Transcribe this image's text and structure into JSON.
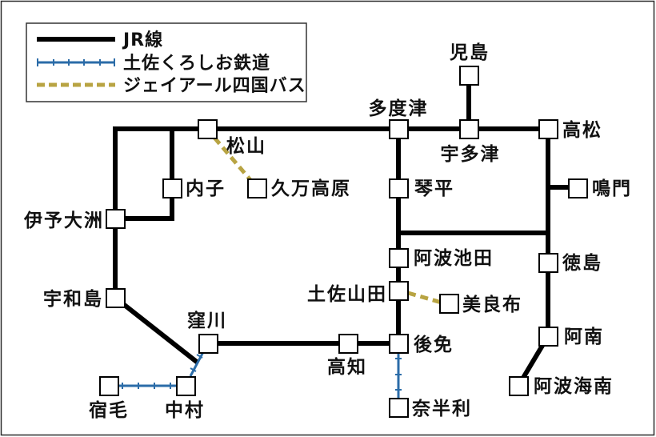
{
  "colors": {
    "jr": "#000000",
    "kuroshio": "#2B6CA8",
    "bus": "#B8A443"
  },
  "legend": {
    "items": [
      {
        "label": "JR線",
        "line_style": "solid-thick",
        "color": "#000000"
      },
      {
        "label": "土佐くろしお鉄道",
        "line_style": "thin-with-ticks",
        "color": "#2B6CA8"
      },
      {
        "label": "ジェイアール四国バス",
        "line_style": "dashed",
        "color": "#B8A443"
      }
    ]
  },
  "stations": {
    "kojima": "児島",
    "tadotsu": "多度津",
    "utazu": "宇多津",
    "takamatsu": "高松",
    "matsuyama": "松山",
    "uchiko": "内子",
    "kumakogen": "久万高原",
    "iyoozu": "伊予大洲",
    "kotohira": "琴平",
    "naruto": "鳴門",
    "awaikeda": "阿波池田",
    "tokushima": "徳島",
    "tosayamada": "土佐山田",
    "birafu": "美良布",
    "gomen": "後免",
    "kochi": "高知",
    "nahari": "奈半利",
    "anan": "阿南",
    "awakainan": "阿波海南",
    "uwajima": "宇和島",
    "kubokawa": "窪川",
    "sukumo": "宿毛",
    "nakamura": "中村"
  },
  "connections": {
    "jr": [
      [
        "uwajima",
        "iyoozu"
      ],
      [
        "iyoozu",
        "matsuyama"
      ],
      [
        "iyoozu",
        "uchiko"
      ],
      [
        "uchiko",
        "matsuyama"
      ],
      [
        "matsuyama",
        "tadotsu"
      ],
      [
        "tadotsu",
        "utazu"
      ],
      [
        "utazu",
        "takamatsu"
      ],
      [
        "utazu",
        "kojima"
      ],
      [
        "tadotsu",
        "kotohira"
      ],
      [
        "kotohira",
        "awaikeda"
      ],
      [
        "awaikeda",
        "tosayamada"
      ],
      [
        "tosayamada",
        "gomen"
      ],
      [
        "gomen",
        "kochi"
      ],
      [
        "kochi",
        "kubokawa"
      ],
      [
        "takamatsu",
        "naruto"
      ],
      [
        "takamatsu",
        "tokushima"
      ],
      [
        "awaikeda",
        "tokushima"
      ],
      [
        "tokushima",
        "anan"
      ],
      [
        "anan",
        "awakainan"
      ],
      [
        "uwajima",
        "kubokawa-nakamura"
      ]
    ],
    "kuroshio": [
      [
        "kubokawa",
        "nakamura"
      ],
      [
        "nakamura",
        "sukumo"
      ],
      [
        "gomen",
        "nahari"
      ]
    ],
    "bus": [
      [
        "matsuyama",
        "kumakogen"
      ],
      [
        "tosayamada",
        "birafu"
      ]
    ]
  }
}
